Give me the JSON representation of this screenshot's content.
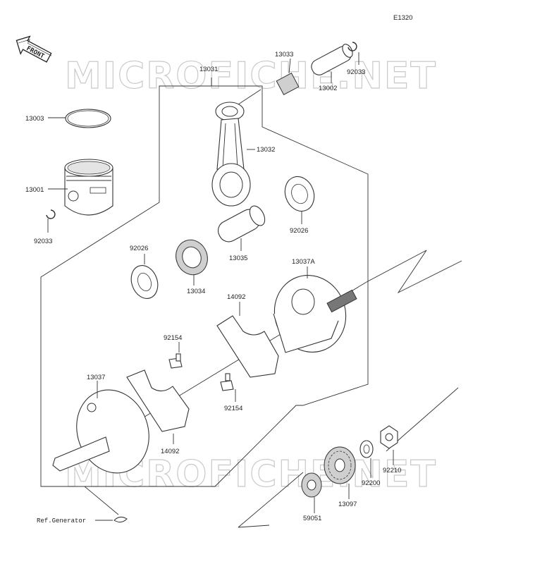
{
  "diagram_code": "E1320",
  "front_label": "FRONT",
  "watermark_text": "MICROFICHE.NET",
  "reference_label": "Ref.Generator",
  "part_labels": {
    "p13033": "13033",
    "p92033_top": "92033",
    "p13002": "13002",
    "p13031": "13031",
    "p13003": "13003",
    "p13032": "13032",
    "p13001": "13001",
    "p92033_left": "92033",
    "p92026_right": "92026",
    "p92026_left": "92026",
    "p13035": "13035",
    "p13034": "13034",
    "p13037A": "13037A",
    "p14092_top": "14092",
    "p92154_top": "92154",
    "p13037": "13037",
    "p92154_bottom": "92154",
    "p14092_bottom": "14092",
    "p92210": "92210",
    "p92200": "92200",
    "p13097": "13097",
    "p59051": "59051"
  },
  "colors": {
    "line": "#333333",
    "watermark": "#c9c9c9",
    "background": "#ffffff"
  }
}
